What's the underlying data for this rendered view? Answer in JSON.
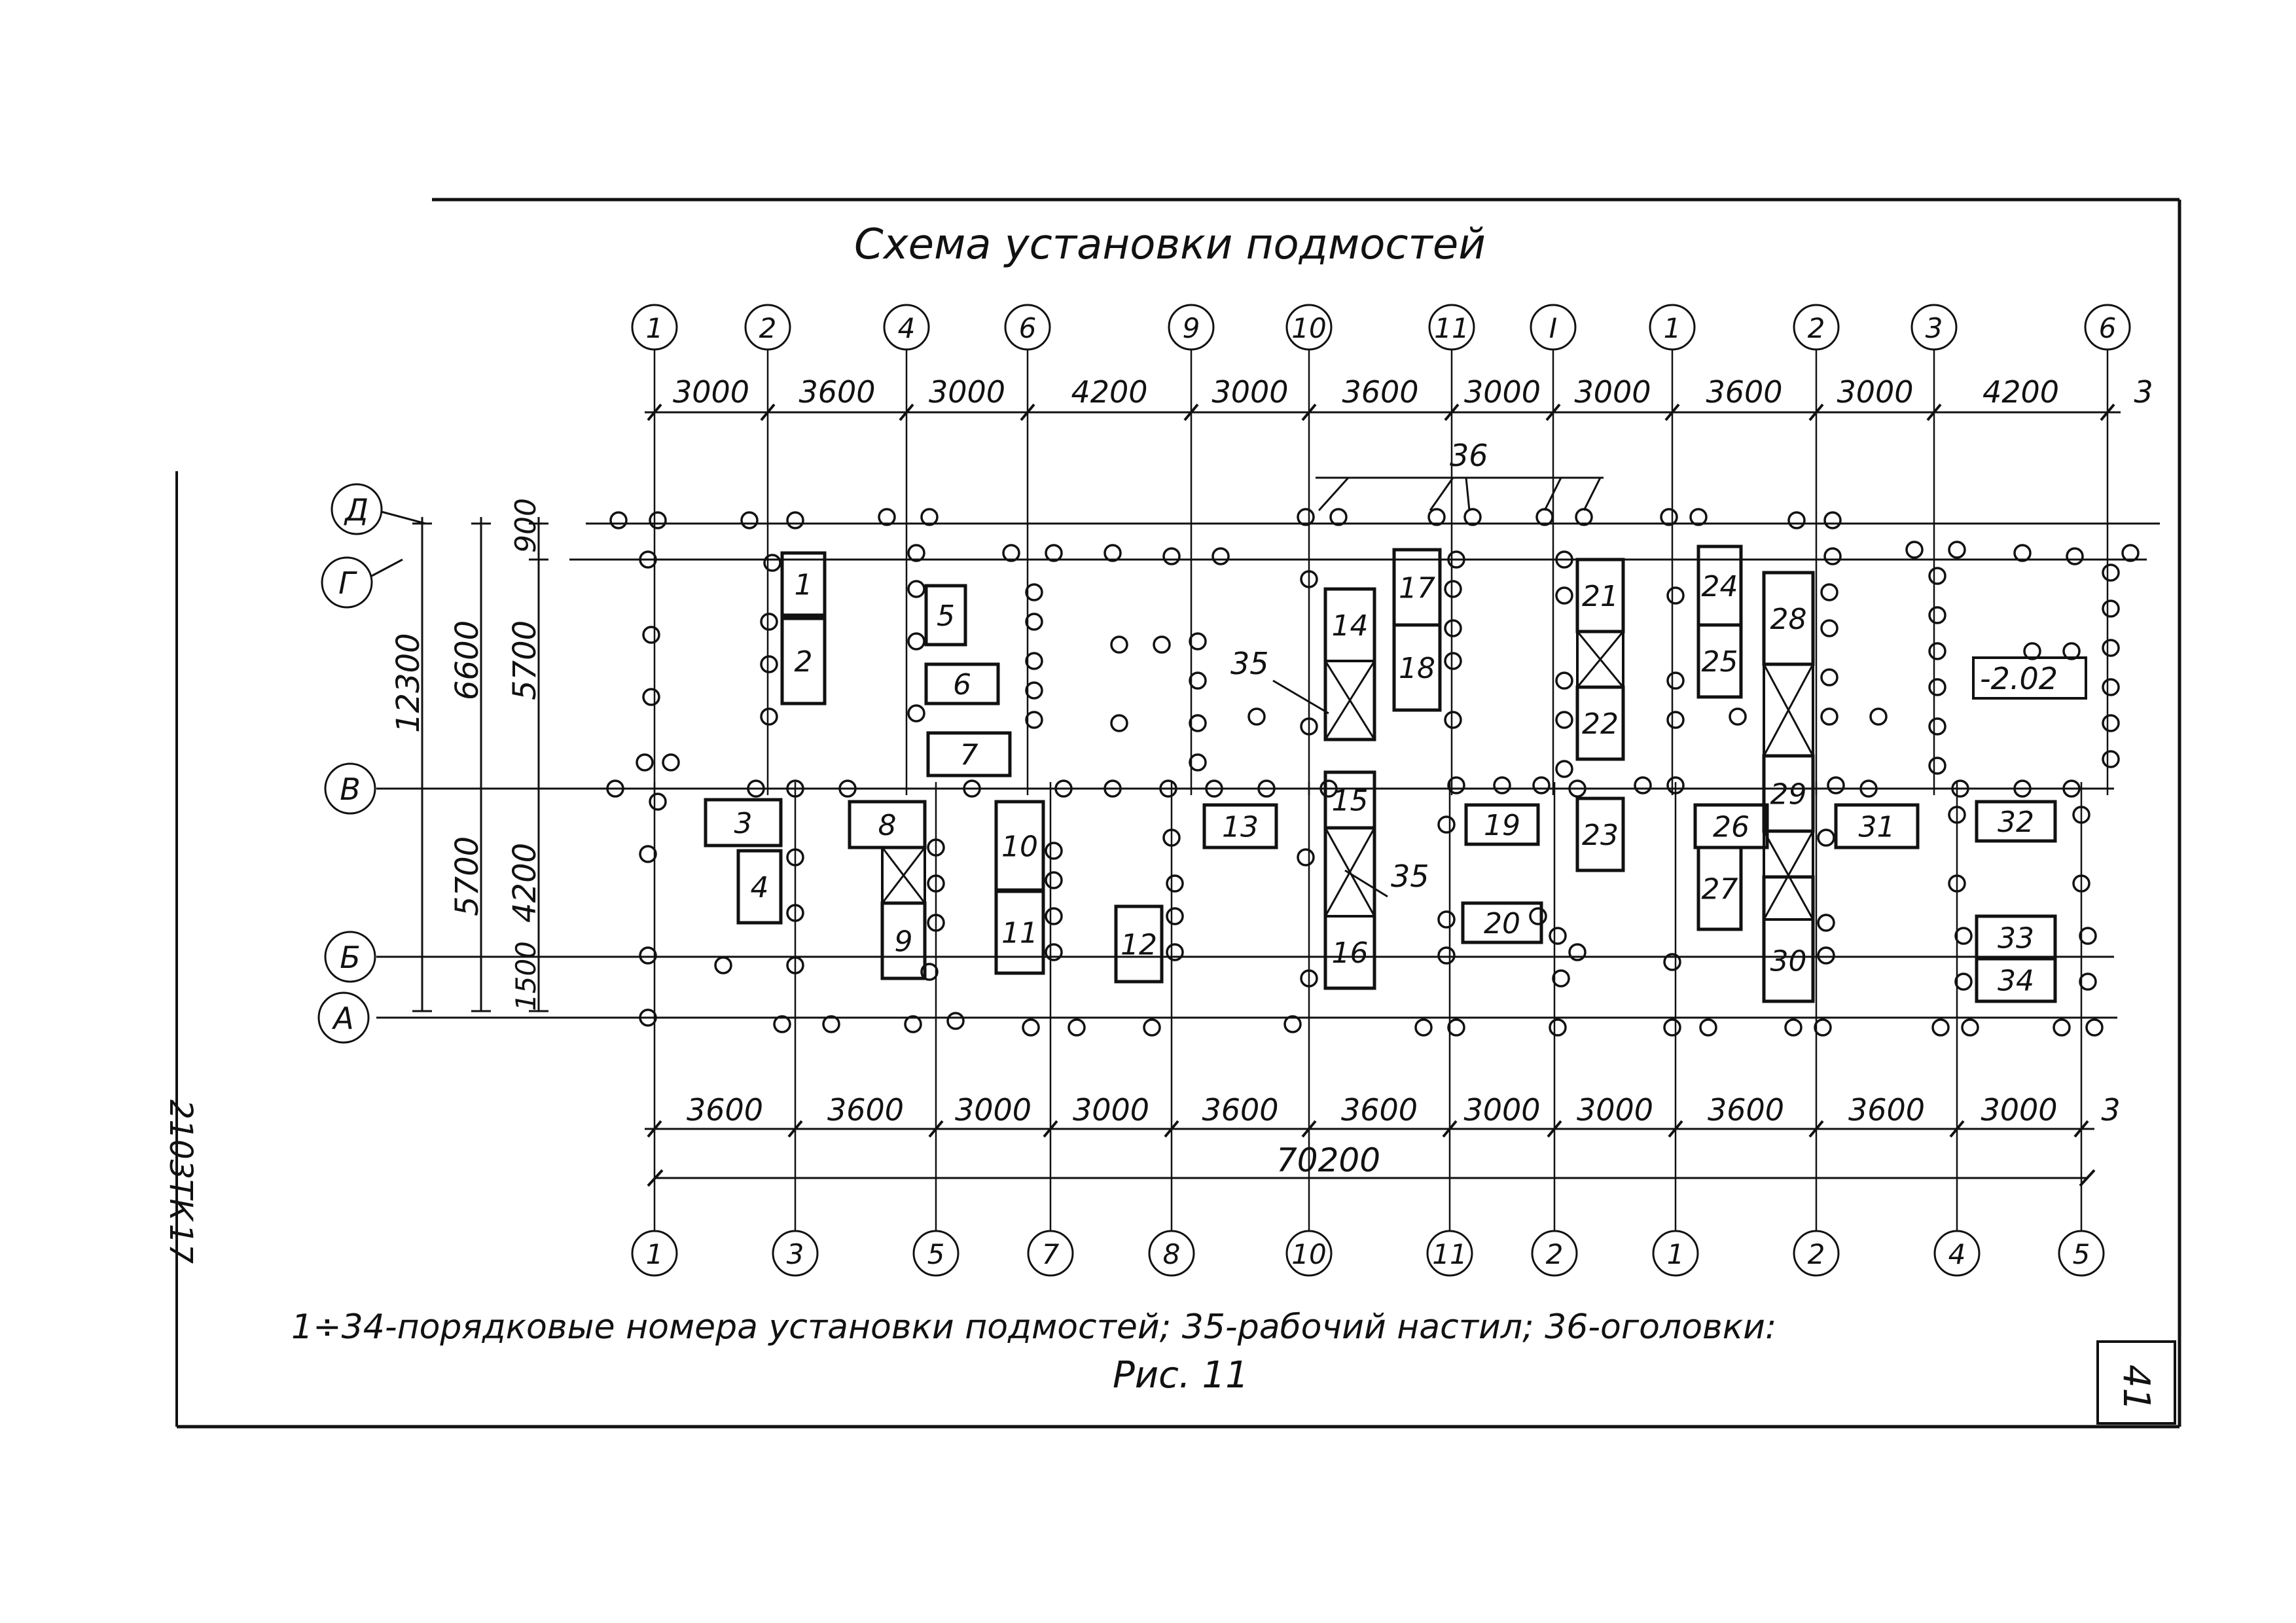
{
  "title": "Схема установки подмостей",
  "top_axes": [
    "1",
    "2",
    "4",
    "6",
    "9",
    "10",
    "11",
    "I",
    "1",
    "2",
    "3",
    "6"
  ],
  "top_dims": [
    "3000",
    "3600",
    "3000",
    "4200",
    "3000",
    "3600",
    "3000",
    "3000",
    "3600",
    "3000",
    "4200",
    "3"
  ],
  "bottom_axes": [
    "1",
    "3",
    "5",
    "7",
    "8",
    "10",
    "11",
    "2",
    "1",
    "2",
    "4",
    "5"
  ],
  "bottom_dims": [
    "3600",
    "3600",
    "3000",
    "3000",
    "3600",
    "3600",
    "3000",
    "3000",
    "3600",
    "3600",
    "3000",
    "3"
  ],
  "overall_dim": "70200",
  "row_axes": [
    "Д",
    "Г",
    "В",
    "Б",
    "А"
  ],
  "left_dims": {
    "total": "12300",
    "outer": [
      "6600",
      "5700"
    ],
    "inner": [
      "900",
      "5700",
      "4200",
      "1500"
    ]
  },
  "label_36": "36",
  "label_35_top": "35",
  "label_35_bottom": "35",
  "elevation_mark": "-2.02",
  "scaffolds": [
    "1",
    "2",
    "3",
    "4",
    "5",
    "6",
    "7",
    "8",
    "9",
    "10",
    "11",
    "12",
    "13",
    "14",
    "15",
    "16",
    "17",
    "18",
    "19",
    "20",
    "21",
    "22",
    "23",
    "24",
    "25",
    "26",
    "27",
    "28",
    "29",
    "30",
    "31",
    "32",
    "33",
    "34"
  ],
  "legend": "1÷34-порядковые номера установки подмостей; 35-рабочий настил; 36-оголовки:",
  "figure_caption": "Рис. 11",
  "side_code": "2103ТК",
  "side_number": "17",
  "page_number": "41"
}
